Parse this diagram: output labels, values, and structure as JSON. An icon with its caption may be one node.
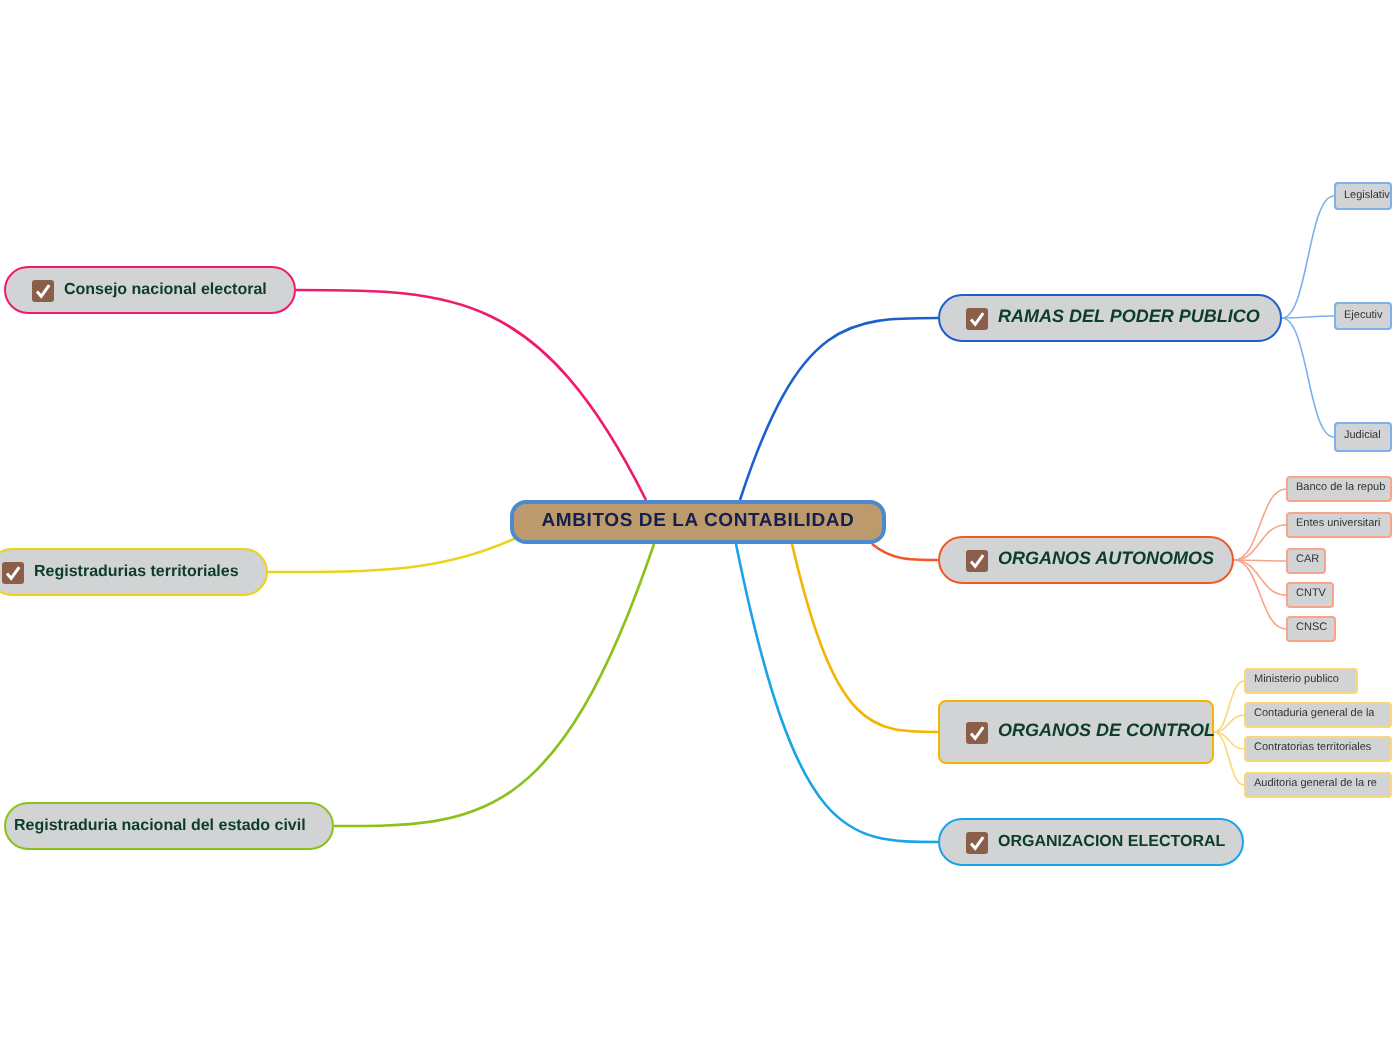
{
  "diagram": {
    "nodes": [
      {
        "text": [
          "AMBITOS DE LA CONTABILIDAD"
        ]
      },
      {
        "text": [
          "RAMAS DEL PODER PUBLICO"
        ]
      },
      {
        "text": [
          "Legislativ"
        ]
      },
      {
        "text": [
          "Ejecutiv"
        ]
      },
      {
        "text": [
          "Judicial"
        ]
      },
      {
        "text": [
          "ORGANOS AUTONOMOS"
        ]
      },
      {
        "text": [
          "Banco de la repub"
        ]
      },
      {
        "text": [
          "Entes universitari"
        ]
      },
      {
        "text": [
          "CAR"
        ]
      },
      {
        "text": [
          "CNTV"
        ]
      },
      {
        "text": [
          "CNSC"
        ]
      },
      {
        "text": [
          "ORGANOS DE CONTROL"
        ]
      },
      {
        "text": [
          "Ministerio publico"
        ]
      },
      {
        "text": [
          "Contaduria general de la"
        ]
      },
      {
        "text": [
          "Contratorias territoriales"
        ]
      },
      {
        "text": [
          "Auditoria general de la re"
        ]
      },
      {
        "text": [
          "ORGANIZACION ELECTORAL"
        ]
      },
      {
        "text": [
          "Consejo nacional electoral"
        ]
      },
      {
        "text": [
          "Registradurias territoriales"
        ]
      },
      {
        "text": [
          "Registraduria nacional del estado civil"
        ]
      }
    ],
    "edges": [
      {
        "from": 0,
        "to": 1,
        "arrow": "none",
        "color": "#1d5fcc"
      },
      {
        "from": 1,
        "to": 2,
        "arrow": "none",
        "color": "#7fb0ec"
      },
      {
        "from": 1,
        "to": 3,
        "arrow": "none",
        "color": "#7fb0ec"
      },
      {
        "from": 1,
        "to": 4,
        "arrow": "none",
        "color": "#7fb0ec"
      },
      {
        "from": 0,
        "to": 5,
        "arrow": "none",
        "color": "#f05a28"
      },
      {
        "from": 5,
        "to": 6,
        "arrow": "none",
        "color": "#f7a48a"
      },
      {
        "from": 5,
        "to": 7,
        "arrow": "none",
        "color": "#f7a48a"
      },
      {
        "from": 5,
        "to": 8,
        "arrow": "none",
        "color": "#f7a48a"
      },
      {
        "from": 5,
        "to": 9,
        "arrow": "none",
        "color": "#f7a48a"
      },
      {
        "from": 5,
        "to": 10,
        "arrow": "none",
        "color": "#f7a48a"
      },
      {
        "from": 0,
        "to": 11,
        "arrow": "none",
        "color": "#f4b400"
      },
      {
        "from": 11,
        "to": 12,
        "arrow": "none",
        "color": "#fbd77a"
      },
      {
        "from": 11,
        "to": 13,
        "arrow": "none",
        "color": "#fbd77a"
      },
      {
        "from": 11,
        "to": 14,
        "arrow": "none",
        "color": "#fbd77a"
      },
      {
        "from": 11,
        "to": 15,
        "arrow": "none",
        "color": "#fbd77a"
      },
      {
        "from": 0,
        "to": 16,
        "arrow": "none",
        "color": "#1aa3e8"
      },
      {
        "from": 0,
        "to": 17,
        "arrow": "none",
        "color": "#f0196e"
      },
      {
        "from": 0,
        "to": 18,
        "arrow": "none",
        "color": "#e8d51a"
      },
      {
        "from": 0,
        "to": 19,
        "arrow": "none",
        "color": "#8cc01a"
      }
    ]
  }
}
